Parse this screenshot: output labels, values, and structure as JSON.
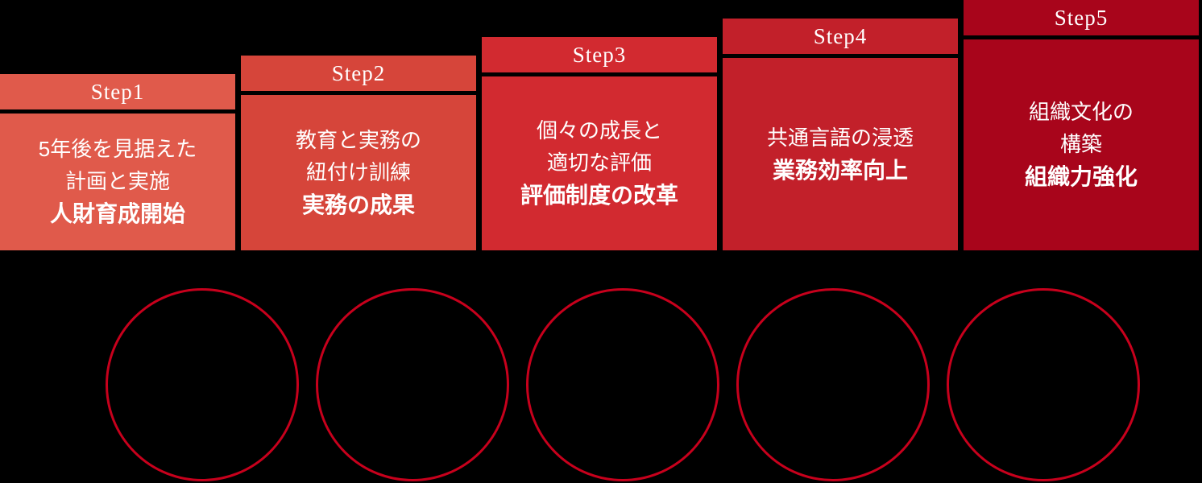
{
  "steps": [
    {
      "label": "Step1",
      "color": "#e05a4b",
      "line1": "5年後を見据えた",
      "line2": "計画と実施",
      "highlight": "人財育成開始"
    },
    {
      "label": "Step2",
      "color": "#d6453a",
      "line1": "教育と実務の",
      "line2": "紐付け訓練",
      "highlight": "実務の成果"
    },
    {
      "label": "Step3",
      "color": "#d22a30",
      "line1": "個々の成長と",
      "line2": "適切な評価",
      "highlight": "評価制度の改革"
    },
    {
      "label": "Step4",
      "color": "#c2202a",
      "line1": "共通言語の浸透",
      "line2": "",
      "highlight": "業務効率向上"
    },
    {
      "label": "Step5",
      "color": "#a8051b",
      "line1": "組織文化の",
      "line2": "構築",
      "highlight": "組織力強化"
    }
  ],
  "circles": {
    "count": 5,
    "stroke_color": "#c7001c"
  }
}
